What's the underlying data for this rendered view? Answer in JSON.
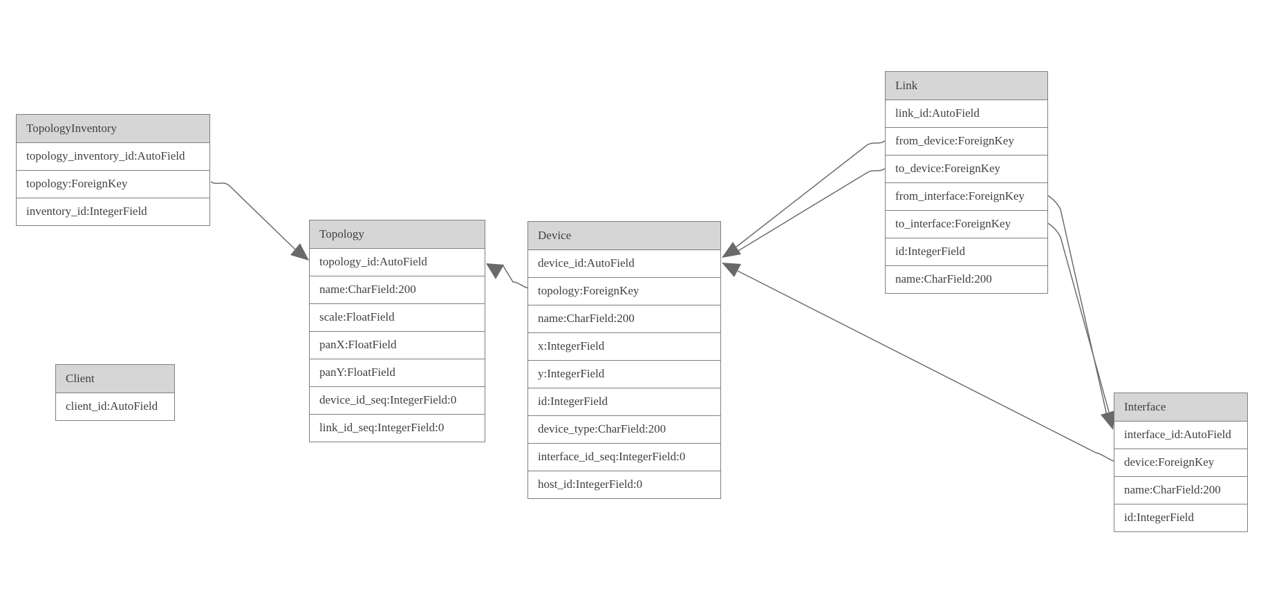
{
  "diagram": {
    "kind": "model-schema-diagram"
  },
  "entities": [
    {
      "name": "TopologyInventory",
      "fields": [
        "topology_inventory_id:AutoField",
        "topology:ForeignKey",
        "inventory_id:IntegerField"
      ]
    },
    {
      "name": "Topology",
      "fields": [
        "topology_id:AutoField",
        "name:CharField:200",
        "scale:FloatField",
        "panX:FloatField",
        "panY:FloatField",
        "device_id_seq:IntegerField:0",
        "link_id_seq:IntegerField:0"
      ]
    },
    {
      "name": "Client",
      "fields": [
        "client_id:AutoField"
      ]
    },
    {
      "name": "Device",
      "fields": [
        "device_id:AutoField",
        "topology:ForeignKey",
        "name:CharField:200",
        "x:IntegerField",
        "y:IntegerField",
        "id:IntegerField",
        "device_type:CharField:200",
        "interface_id_seq:IntegerField:0",
        "host_id:IntegerField:0"
      ]
    },
    {
      "name": "Link",
      "fields": [
        "link_id:AutoField",
        "from_device:ForeignKey",
        "to_device:ForeignKey",
        "from_interface:ForeignKey",
        "to_interface:ForeignKey",
        "id:IntegerField",
        "name:CharField:200"
      ]
    },
    {
      "name": "Interface",
      "fields": [
        "interface_id:AutoField",
        "device:ForeignKey",
        "name:CharField:200",
        "id:IntegerField"
      ]
    }
  ],
  "connections": [
    {
      "from": "TopologyInventory.topology",
      "to": "Topology"
    },
    {
      "from": "Device.topology",
      "to": "Topology"
    },
    {
      "from": "Link.from_device",
      "to": "Device"
    },
    {
      "from": "Link.to_device",
      "to": "Device"
    },
    {
      "from": "Link.from_interface",
      "to": "Interface"
    },
    {
      "from": "Link.to_interface",
      "to": "Interface"
    },
    {
      "from": "Interface.device",
      "to": "Device"
    }
  ],
  "colors": {
    "background": "#ffffff",
    "header_bg": "#d6d6d6",
    "border": "#7d7d7d",
    "line": "#6b6b6b",
    "arrow": "#696969",
    "text": "#3f3f3f"
  }
}
